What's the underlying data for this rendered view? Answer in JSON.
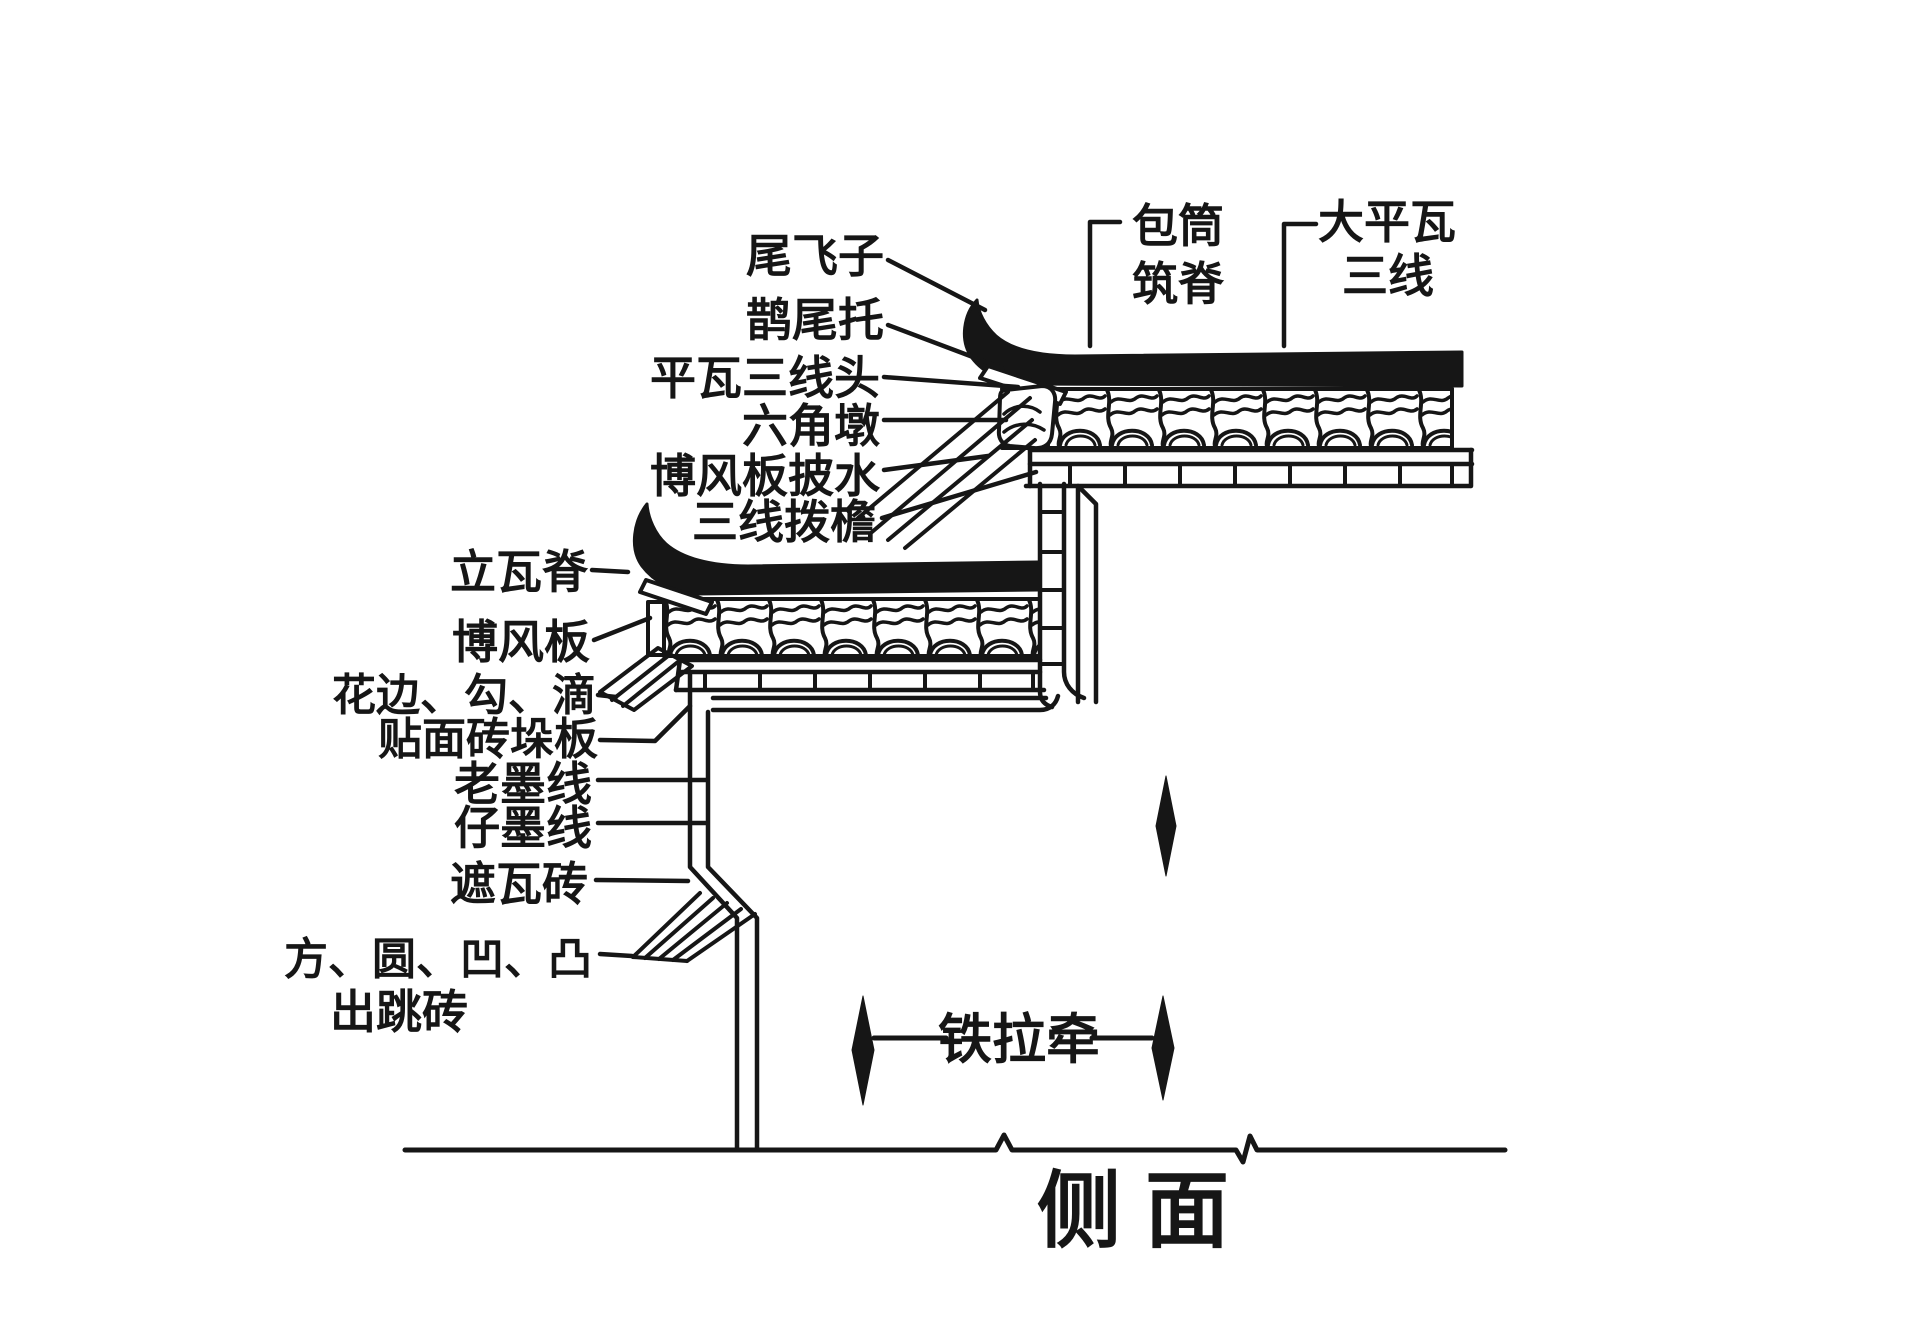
{
  "title": "侧面",
  "colors": {
    "ink": "#161616",
    "background": "#ffffff"
  },
  "labels": {
    "weifeizi": "尾飞子",
    "queweituo": "鹊尾托",
    "pingwa_sanxiantou": "平瓦三线头",
    "liujiaodun": "六角墩",
    "bofengban_pishui": "博风板披水",
    "sanxian_boyan": "三线拨檐",
    "liwaji": "立瓦脊",
    "bofengban": "博风板",
    "huabian_gou_di": "花边、勾、滴",
    "tiemian_zhuan_duoban": "贴面砖垛板",
    "laomoxian": "老墨线",
    "zimoxian": "仔墨线",
    "zhewazhuan": "遮瓦砖",
    "fang_yuan_ao_tu": "方、圆、凹、凸",
    "chutiaozhuan": "出跳砖",
    "baotong_zhuji_line1": "包筒",
    "baotong_zhuji_line2": "筑脊",
    "dapingwa_line1": "大平瓦",
    "dapingwa_line2": "三线",
    "tielaqian": "铁拉牵"
  }
}
